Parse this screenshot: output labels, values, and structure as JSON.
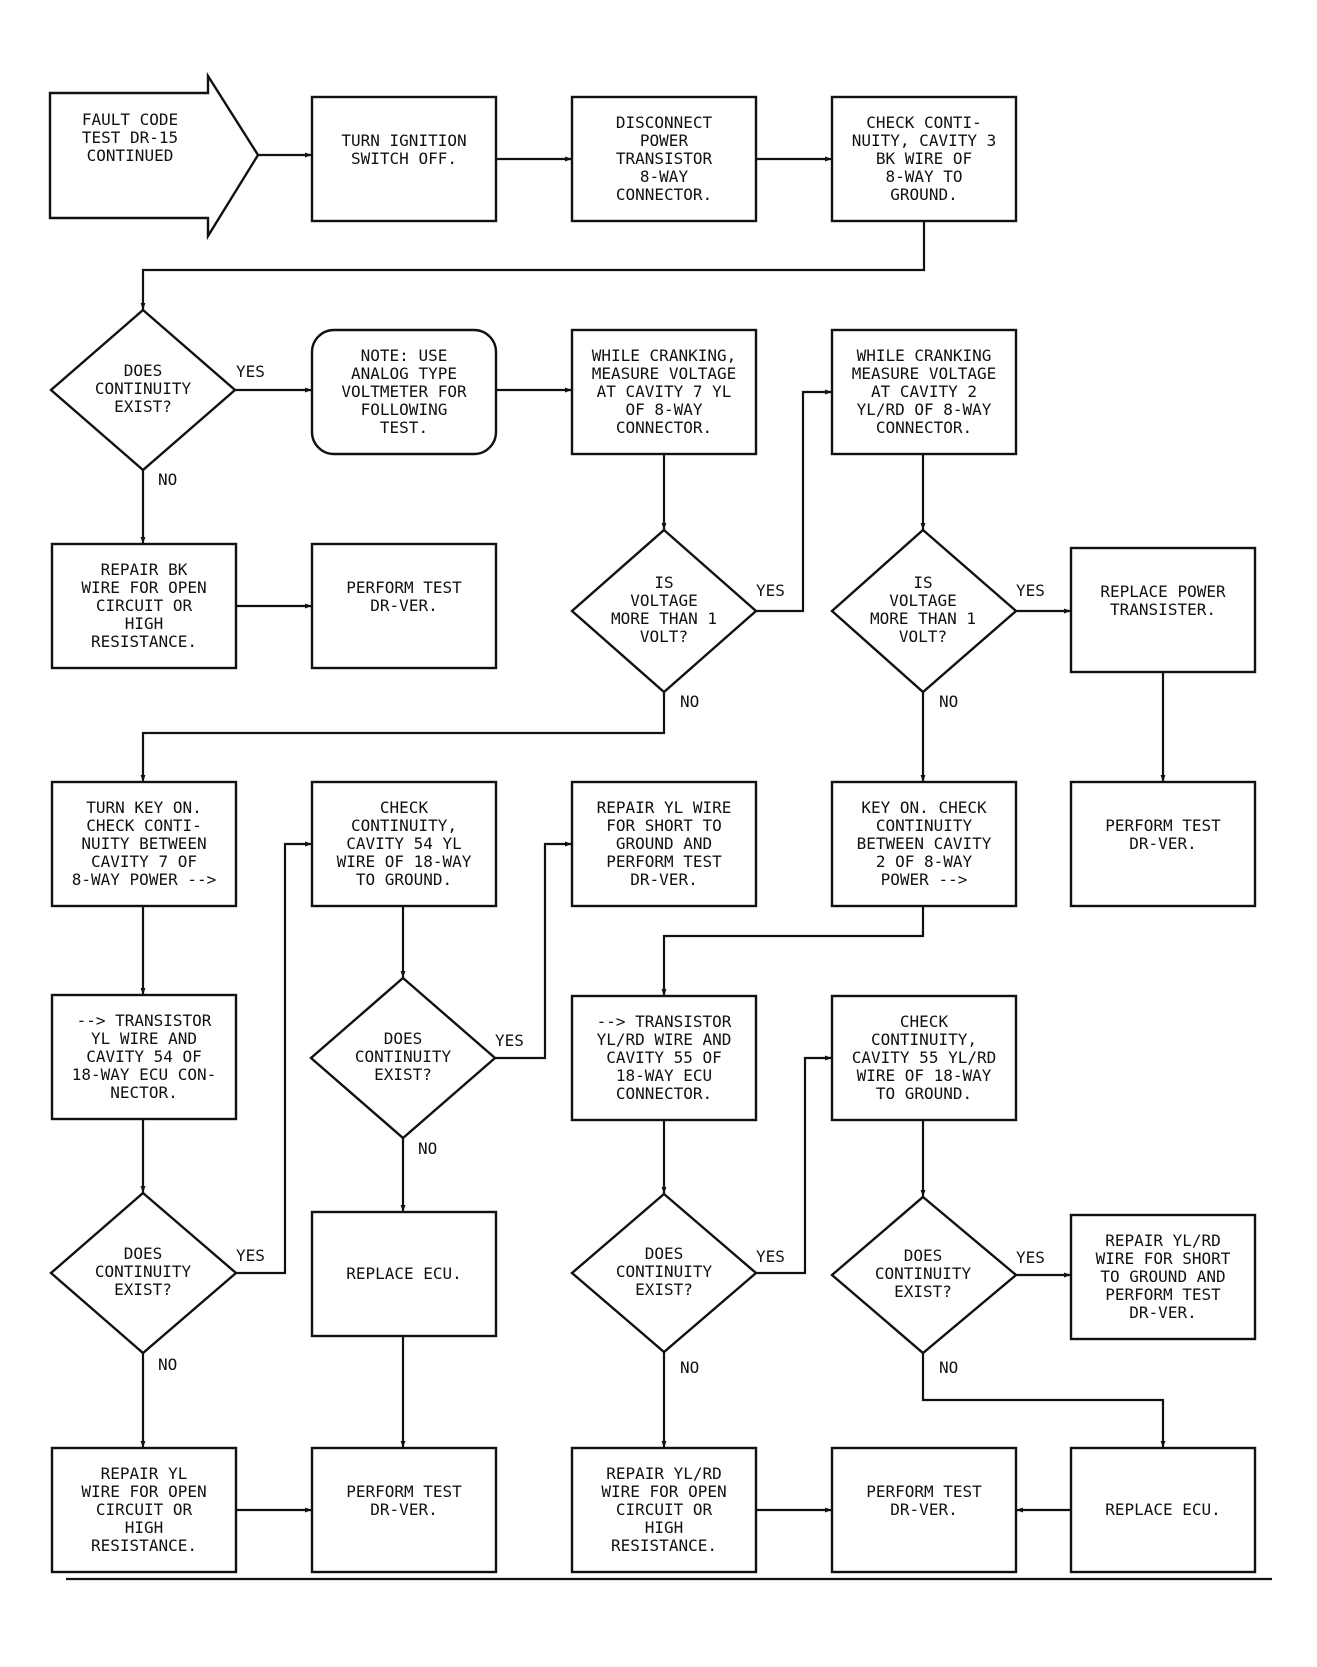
{
  "nodes": [
    {
      "id": "n_start",
      "text": "FAULT CODE\nTEST DR-15\nCONTINUED"
    },
    {
      "id": "n1",
      "text": "TURN IGNITION\nSWITCH OFF."
    },
    {
      "id": "n2",
      "text": "DISCONNECT\nPOWER\nTRANSISTOR\n8-WAY\nCONNECTOR."
    },
    {
      "id": "n3",
      "text": "CHECK CONTI-\nNUITY, CAVITY 3\nBK WIRE OF\n8-WAY TO\nGROUND."
    },
    {
      "id": "d1",
      "text": "DOES\nCONTINUITY\nEXIST?"
    },
    {
      "id": "n_note",
      "text": "NOTE: USE\nANALOG TYPE\nVOLTMETER FOR\nFOLLOWING\nTEST."
    },
    {
      "id": "n5",
      "text": "WHILE CRANKING,\nMEASURE VOLTAGE\nAT CAVITY 7 YL\nOF 8-WAY\nCONNECTOR."
    },
    {
      "id": "n6",
      "text": "WHILE CRANKING\nMEASURE VOLTAGE\nAT CAVITY 2\nYL/RD OF 8-WAY\nCONNECTOR."
    },
    {
      "id": "n7",
      "text": "REPAIR BK\nWIRE FOR OPEN\nCIRCUIT OR\nHIGH\nRESISTANCE."
    },
    {
      "id": "n8",
      "text": "PERFORM TEST\nDR-VER."
    },
    {
      "id": "d2",
      "text": "IS\nVOLTAGE\nMORE THAN 1\nVOLT?"
    },
    {
      "id": "d3",
      "text": "IS\nVOLTAGE\nMORE THAN 1\nVOLT?"
    },
    {
      "id": "n9",
      "text": "REPLACE POWER\nTRANSISTER."
    },
    {
      "id": "n10",
      "text": "TURN KEY ON.\nCHECK CONTI-\nNUITY BETWEEN\nCAVITY 7 OF\n8-WAY POWER -->"
    },
    {
      "id": "n11",
      "text": "CHECK\nCONTINUITY,\nCAVITY 54 YL\nWIRE OF 18-WAY\nTO GROUND."
    },
    {
      "id": "n12",
      "text": "REPAIR YL WIRE\nFOR SHORT TO\nGROUND AND\nPERFORM TEST\nDR-VER."
    },
    {
      "id": "n13",
      "text": "KEY ON. CHECK\nCONTINUITY\nBETWEEN CAVITY\n2 OF 8-WAY\nPOWER -->"
    },
    {
      "id": "n14",
      "text": "PERFORM TEST\nDR-VER."
    },
    {
      "id": "n15",
      "text": "--> TRANSISTOR\nYL WIRE AND\nCAVITY 54 OF\n18-WAY ECU CON-\nNECTOR."
    },
    {
      "id": "d4",
      "text": "DOES\nCONTINUITY\nEXIST?"
    },
    {
      "id": "n16",
      "text": "--> TRANSISTOR\nYL/RD WIRE AND\nCAVITY 55 OF\n18-WAY ECU\nCONNECTOR."
    },
    {
      "id": "n17",
      "text": "CHECK\nCONTINUITY,\nCAVITY 55 YL/RD\nWIRE OF 18-WAY\nTO GROUND."
    },
    {
      "id": "d5",
      "text": "DOES\nCONTINUITY\nEXIST?"
    },
    {
      "id": "n18",
      "text": "REPLACE ECU."
    },
    {
      "id": "d6",
      "text": "DOES\nCONTINUITY\nEXIST?"
    },
    {
      "id": "d7",
      "text": "DOES\nCONTINUITY\nEXIST?"
    },
    {
      "id": "n19",
      "text": "REPAIR YL/RD\nWIRE FOR SHORT\nTO GROUND AND\nPERFORM TEST\nDR-VER."
    },
    {
      "id": "n20",
      "text": "REPAIR YL\nWIRE FOR OPEN\nCIRCUIT OR\nHIGH\nRESISTANCE."
    },
    {
      "id": "n21",
      "text": "PERFORM TEST\nDR-VER."
    },
    {
      "id": "n22",
      "text": "REPAIR YL/RD\nWIRE FOR OPEN\nCIRCUIT OR\nHIGH\nRESISTANCE."
    },
    {
      "id": "n23",
      "text": "PERFORM TEST\nDR-VER."
    },
    {
      "id": "n24",
      "text": "REPLACE ECU."
    }
  ],
  "edge_labels": [
    {
      "id": "e_d1_yes",
      "text": "YES"
    },
    {
      "id": "e_d1_no",
      "text": "NO"
    },
    {
      "id": "e_d2_yes",
      "text": "YES"
    },
    {
      "id": "e_d2_no",
      "text": "NO"
    },
    {
      "id": "e_d3_yes",
      "text": "YES"
    },
    {
      "id": "e_d3_no",
      "text": "NO"
    },
    {
      "id": "e_d4_yes",
      "text": "YES"
    },
    {
      "id": "e_d4_no",
      "text": "NO"
    },
    {
      "id": "e_d5_yes",
      "text": "YES"
    },
    {
      "id": "e_d5_no",
      "text": "NO"
    },
    {
      "id": "e_d6_yes",
      "text": "YES"
    },
    {
      "id": "e_d6_no",
      "text": "NO"
    },
    {
      "id": "e_d7_yes",
      "text": "YES"
    },
    {
      "id": "e_d7_no",
      "text": "NO"
    }
  ]
}
